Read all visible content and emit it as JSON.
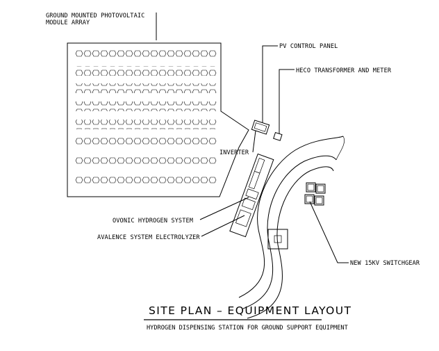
{
  "labels": {
    "array_line1": "GROUND MOUNTED PHOTOVOLTAIC",
    "array_line2": "MODULE ARRAY",
    "pv_control_panel": "PV CONTROL PANEL",
    "heco_transformer": "HECO TRANSFORMER AND METER",
    "inverter": "INVERTER",
    "ovonic": "OVONIC HYDROGEN SYSTEM",
    "avalence": "AVALENCE SYSTEM ELECTROLYZER",
    "switchgear": "NEW 15KV SWITCHGEAR"
  },
  "title": "SITE PLAN – EQUIPMENT LAYOUT",
  "subtitle": "HYDROGEN DISPENSING STATION FOR GROUND SUPPORT EQUIPMENT"
}
